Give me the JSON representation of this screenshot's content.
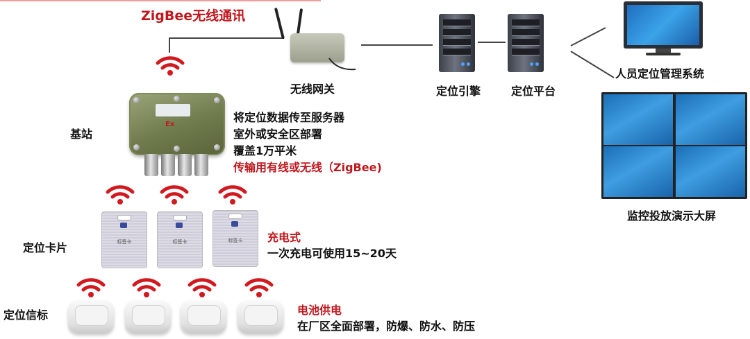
{
  "title": "ZigBee无线通讯",
  "gateway": {
    "label": "无线网关"
  },
  "servers": [
    {
      "label": "定位引擎"
    },
    {
      "label": "定位平台"
    }
  ],
  "management": {
    "label": "人员定位管理系统"
  },
  "display_wall": {
    "label": "监控投放演示大屏"
  },
  "base_station": {
    "label": "基站",
    "mark": "Ex",
    "notes": [
      "将定位数据传至服务器",
      "室外或安全区部署",
      "覆盖1万平米"
    ],
    "note_red": "传输用有线或无线（ZigBee)"
  },
  "tags": {
    "label": "定位卡片",
    "card_text": "标签卡",
    "note_red": "充电式",
    "note": "一次充电可使用15~20天"
  },
  "beacons": {
    "label": "定位信标",
    "note_red": "电池供电",
    "note": "在厂区全面部署，防爆、防水、防压"
  },
  "colors": {
    "accent_red": "#c0171d",
    "wifi_red": "#d11a1f",
    "screen_blue": "#2a86d4"
  }
}
